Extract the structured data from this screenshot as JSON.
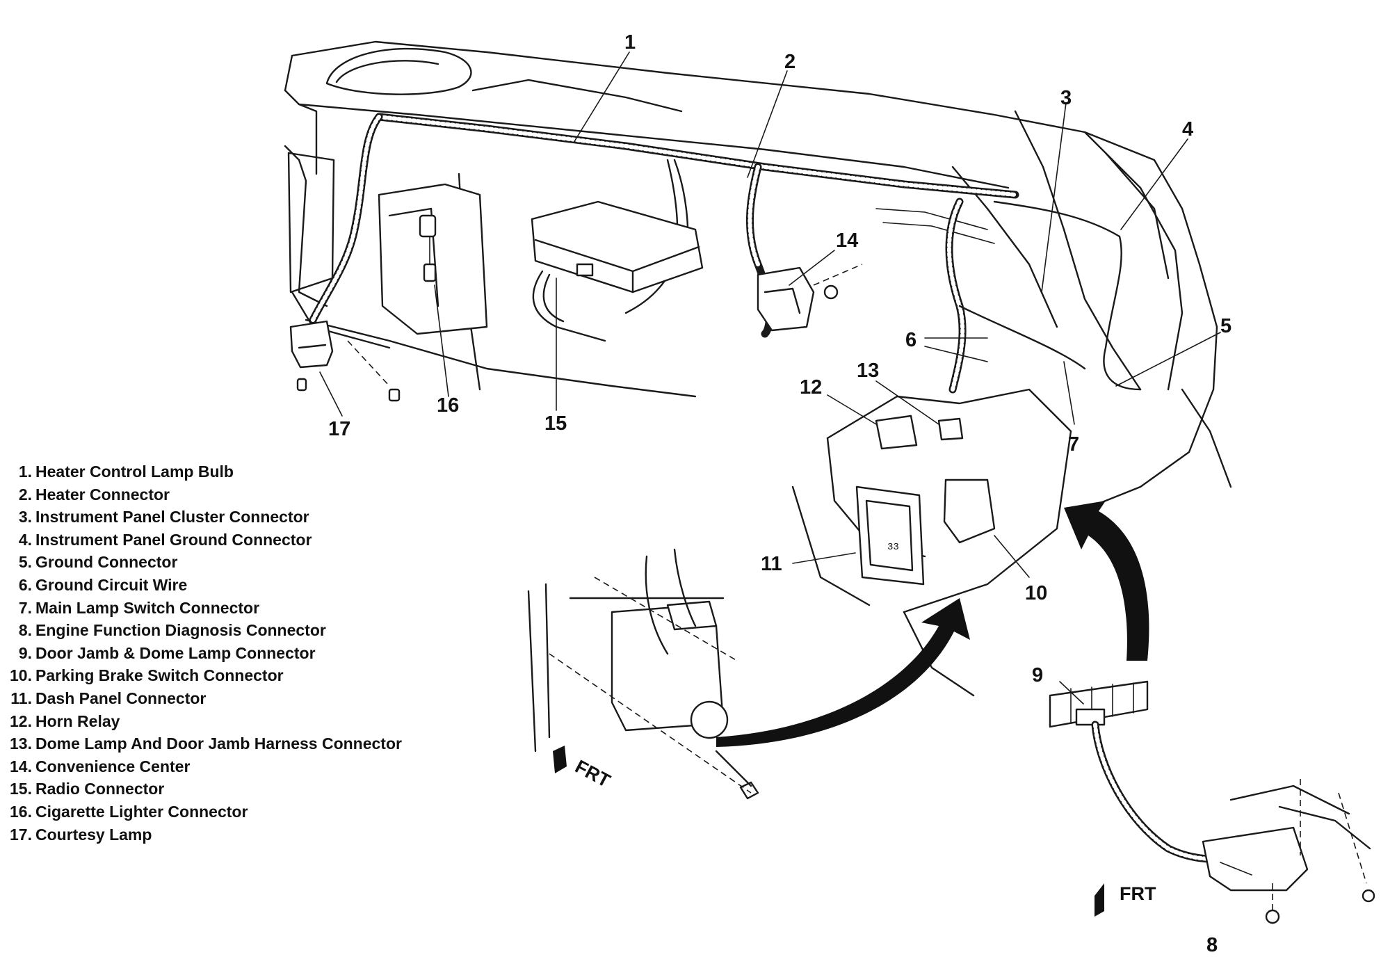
{
  "legend": [
    {
      "num": "1.",
      "text": "Heater Control Lamp Bulb"
    },
    {
      "num": "2.",
      "text": "Heater Connector"
    },
    {
      "num": "3.",
      "text": "Instrument Panel Cluster Connector"
    },
    {
      "num": "4.",
      "text": "Instrument Panel Ground Connector"
    },
    {
      "num": "5.",
      "text": "Ground Connector"
    },
    {
      "num": "6.",
      "text": "Ground Circuit Wire"
    },
    {
      "num": "7.",
      "text": "Main Lamp Switch Connector"
    },
    {
      "num": "8.",
      "text": "Engine Function Diagnosis Connector"
    },
    {
      "num": "9.",
      "text": "Door Jamb & Dome Lamp Connector"
    },
    {
      "num": "10.",
      "text": "Parking Brake Switch Connector"
    },
    {
      "num": "11.",
      "text": "Dash Panel Connector"
    },
    {
      "num": "12.",
      "text": "Horn Relay"
    },
    {
      "num": "13.",
      "text": "Dome Lamp And Door Jamb Harness Connector"
    },
    {
      "num": "14.",
      "text": "Convenience Center"
    },
    {
      "num": "15.",
      "text": "Radio Connector"
    },
    {
      "num": "16.",
      "text": "Cigarette Lighter Connector"
    },
    {
      "num": "17.",
      "text": "Courtesy Lamp"
    }
  ],
  "callouts": {
    "c1": "1",
    "c2": "2",
    "c3": "3",
    "c4": "4",
    "c5": "5",
    "c6": "6",
    "c7": "7",
    "c8": "8",
    "c9": "9",
    "c10": "10",
    "c11": "11",
    "c12": "12",
    "c13": "13",
    "c14": "14",
    "c15": "15",
    "c16": "16",
    "c17": "17"
  },
  "frt_labels": {
    "left": "FRT",
    "right": "FRT"
  }
}
